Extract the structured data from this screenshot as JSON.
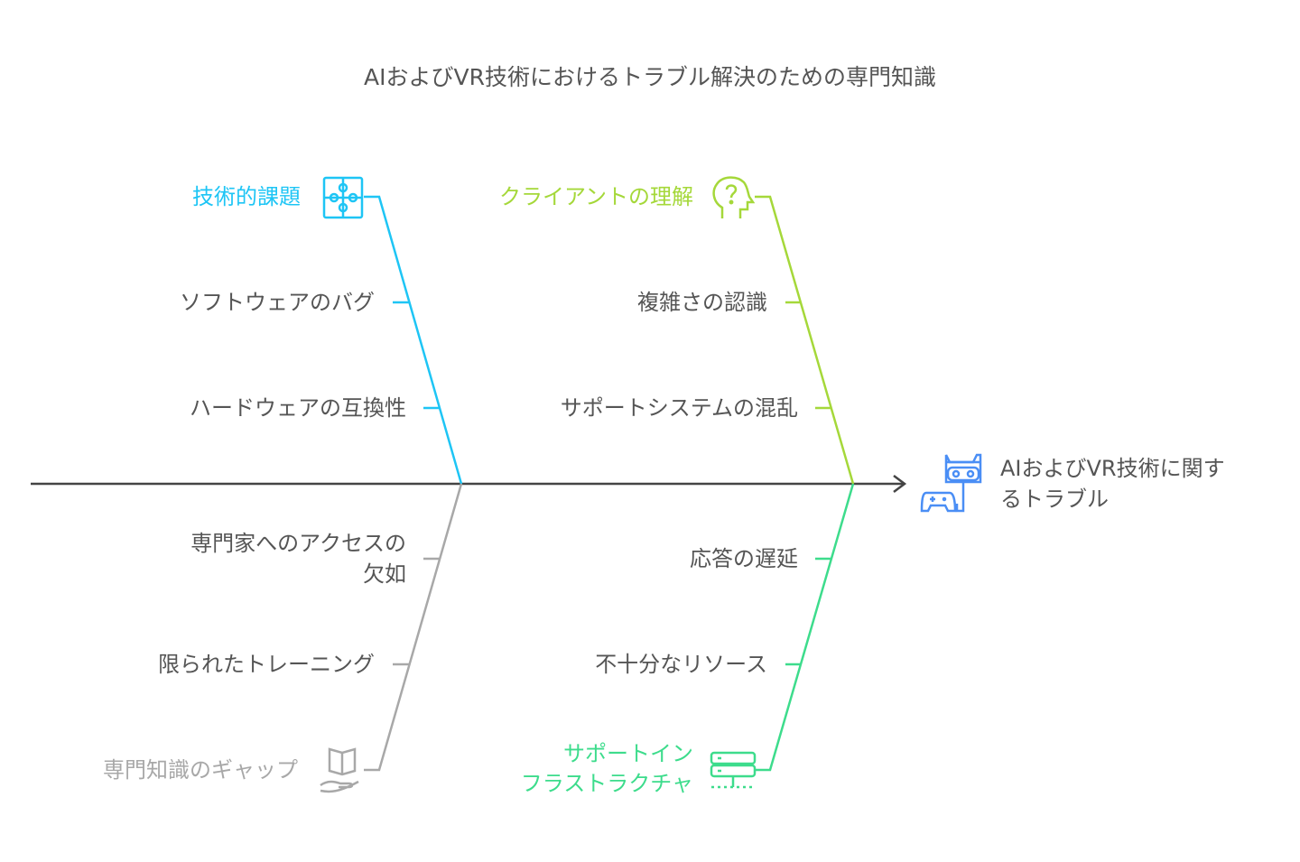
{
  "title": "AIおよびVR技術におけるトラブル解決のための専門知識",
  "head": {
    "label": "AIおよびVR技術に関するトラブル",
    "line1": "AIおよびVR技術に関す",
    "line2": "るトラブル",
    "icon": "vr-headset-gamepad-icon",
    "color": "#4a8ef5"
  },
  "categories": [
    {
      "label": "技術的課題",
      "icon": "puzzle-icon",
      "color": "#1ec5f5",
      "causes": [
        "ソフトウェアのバグ",
        "ハードウェアの互換性"
      ]
    },
    {
      "label": "クライアントの理解",
      "icon": "head-question-icon",
      "color": "#a5d83a",
      "causes": [
        "複雑さの認識",
        "サポートシステムの混乱"
      ]
    },
    {
      "label": "専門知識のギャップ",
      "icon": "book-hand-icon",
      "color": "#a8a8a8",
      "causes": [
        "専門家へのアクセスの欠如",
        "限られたトレーニング"
      ],
      "cause0_line1": "専門家へのアクセスの",
      "cause0_line2": "欠如"
    },
    {
      "label": "サポートインフラストラクチャ",
      "label_line1": "サポートイン",
      "label_line2": "フラストラクチャ",
      "icon": "server-icon",
      "color": "#3ddc8c",
      "causes": [
        "応答の遅延",
        "不十分なリソース"
      ]
    }
  ]
}
